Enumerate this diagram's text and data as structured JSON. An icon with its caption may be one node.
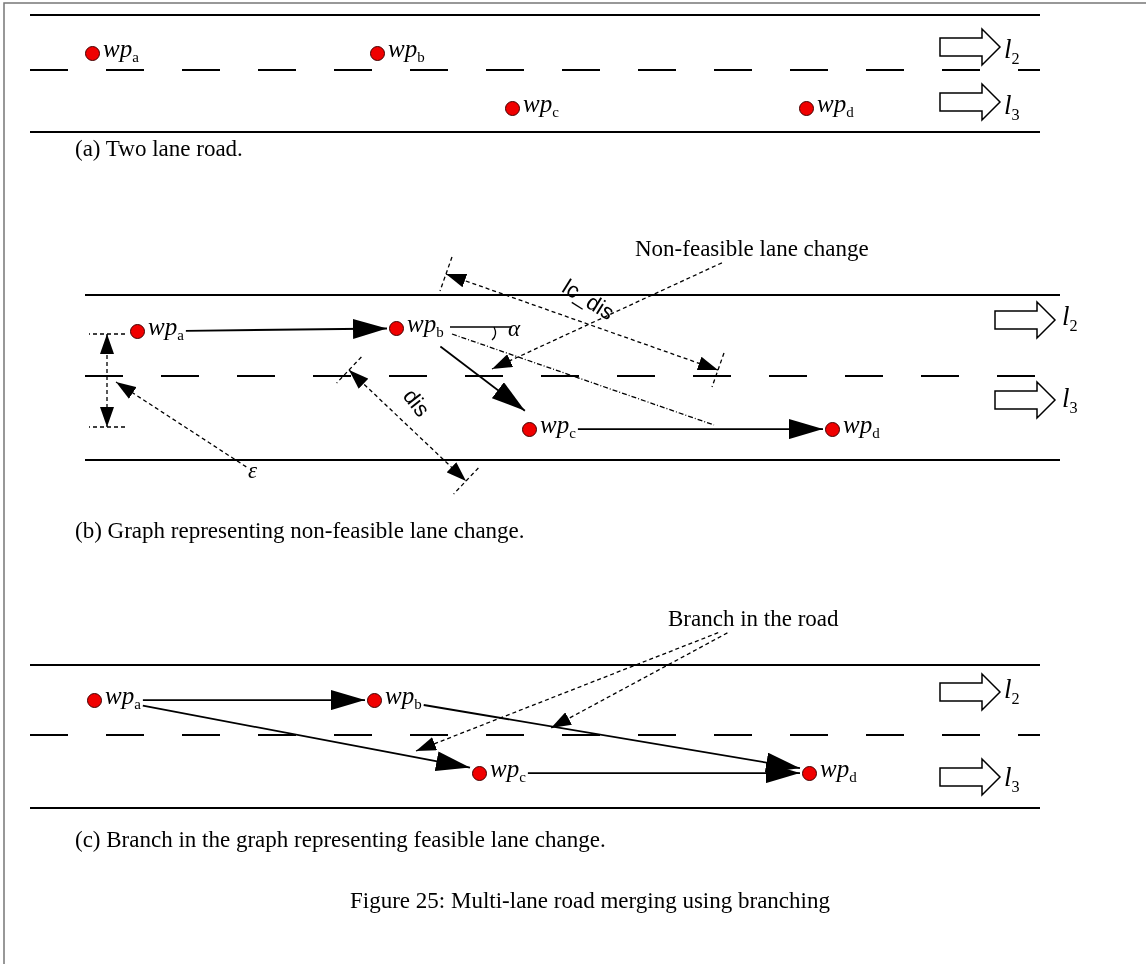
{
  "diagram": {
    "caption": "Figure 25: Multi-lane road merging using branching",
    "nodes": [
      {
        "text": [
          "*wp*$_{a}$"
        ]
      },
      {
        "text": [
          "*wp*$_{b}$"
        ]
      },
      {
        "text": [
          "*wp*$_{c}$"
        ]
      },
      {
        "text": [
          "*wp*$_{d}$"
        ]
      },
      {
        "text": [
          "*wp*$_{a}$"
        ]
      },
      {
        "text": [
          "*wp*$_{b}$"
        ]
      },
      {
        "text": [
          "*wp*$_{c}$"
        ]
      },
      {
        "text": [
          "*wp*$_{d}$"
        ]
      },
      {
        "text": [
          "Non-feasible lane change"
        ]
      },
      {
        "text": [
          "ε"
        ]
      },
      {
        "text": [
          "*wp*$_{a}$"
        ]
      },
      {
        "text": [
          "*wp*$_{b}$"
        ]
      },
      {
        "text": [
          "*wp*$_{c}$"
        ]
      },
      {
        "text": [
          "*wp*$_{d}$"
        ]
      },
      {
        "text": [
          "Branch in the road"
        ]
      }
    ],
    "edges": [
      {
        "from": 4,
        "to": 5,
        "arrow": "to"
      },
      {
        "from": 5,
        "to": 6,
        "arrow": "to"
      },
      {
        "from": 6,
        "to": 7,
        "arrow": "to"
      },
      {
        "from": 8,
        "to": null,
        "arrow": "to",
        "style": "dashed"
      },
      {
        "from": 9,
        "to": null,
        "arrow": "to",
        "style": "dashed"
      },
      {
        "from": 10,
        "to": 11,
        "arrow": "to"
      },
      {
        "from": 10,
        "to": 12,
        "arrow": "to"
      },
      {
        "from": 11,
        "to": 13,
        "arrow": "to"
      },
      {
        "from": 12,
        "to": 13,
        "arrow": "to"
      },
      {
        "from": 14,
        "to": null,
        "arrow": "to",
        "style": "dashed"
      },
      {
        "from": 14,
        "to": null,
        "arrow": "to",
        "style": "dashed"
      }
    ],
    "labels": [
      "*l*$_{2}$",
      "*l*$_{3}$",
      "(a)  Two lane road.",
      "lc_dis",
      "α",
      "*l*$_{2}$",
      "dis",
      "*l*$_{3}$",
      "(b)  Graph representing non-feasible lane change.",
      "*l*$_{2}$",
      "*l*$_{3}$",
      "(c)  Branch in the graph representing feasible lane change."
    ]
  }
}
